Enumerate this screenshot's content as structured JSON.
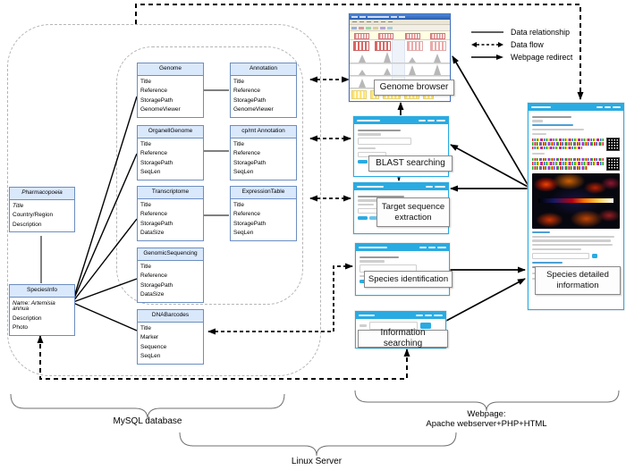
{
  "diagram": {
    "legend": {
      "items": [
        {
          "label": "Data relationship",
          "style": "solid-line"
        },
        {
          "label": "Data flow",
          "style": "dashed-double-arrow"
        },
        {
          "label": "Webpage redirect",
          "style": "solid-arrow"
        }
      ]
    },
    "database": {
      "tables": [
        {
          "id": "pharmacopoeia",
          "title": "Pharmacopoeia",
          "fields": [
            "Title",
            "Country/Region",
            "Description"
          ]
        },
        {
          "id": "speciesinfo",
          "title": "SpeciesInfo",
          "fields": [
            "Name: Artemisia annua",
            "Description",
            "Photo"
          ]
        },
        {
          "id": "genome",
          "title": "Genome",
          "fields": [
            "Title",
            "Reference",
            "StoragePath",
            "GenomeViewer"
          ]
        },
        {
          "id": "annotation",
          "title": "Annotation",
          "fields": [
            "Title",
            "Reference",
            "StoragePath",
            "GenomeViewer"
          ]
        },
        {
          "id": "organellgenome",
          "title": "OrganellGenome",
          "fields": [
            "Title",
            "Reference",
            "StoragePath",
            "SeqLen"
          ]
        },
        {
          "id": "cpmt-annotation",
          "title": "cp/mt Annotation",
          "fields": [
            "Title",
            "Reference",
            "StoragePath",
            "SeqLen"
          ]
        },
        {
          "id": "transcriptome",
          "title": "Transcriptome",
          "fields": [
            "Title",
            "Reference",
            "StoragePath",
            "DataSize"
          ]
        },
        {
          "id": "expressiontable",
          "title": "ExpressionTable",
          "fields": [
            "Title",
            "Reference",
            "StoragePath",
            "SeqLen"
          ]
        },
        {
          "id": "genomicsequencing",
          "title": "GenomicSequencing",
          "fields": [
            "Title",
            "Reference",
            "StoragePath",
            "DataSize"
          ]
        },
        {
          "id": "dnabarcodes",
          "title": "DNABarcodes",
          "fields": [
            "Title",
            "Marker",
            "Sequence",
            "SeqLen"
          ]
        }
      ]
    },
    "pages": {
      "genome_browser": {
        "label": "Genome browser"
      },
      "blast": {
        "label": "BLAST searching"
      },
      "target_sequence": {
        "label": "Target sequence extraction"
      },
      "species_identification": {
        "label": "Species identification"
      },
      "information_searching": {
        "label": "Information searching"
      },
      "species_detail": {
        "label": "Species detailed information"
      }
    },
    "braces": {
      "mysql": "MySQL database",
      "webpage_line1": "Webpage:",
      "webpage_line2": "Apache webserver+PHP+HTML",
      "linux": "Linux Server"
    },
    "colors": {
      "table_header_fill": "#dae8fc",
      "table_border": "#6c8ebf",
      "page_accent": "#29abe2",
      "region_dash": "#b5b5b5",
      "connector": "#000000"
    }
  }
}
